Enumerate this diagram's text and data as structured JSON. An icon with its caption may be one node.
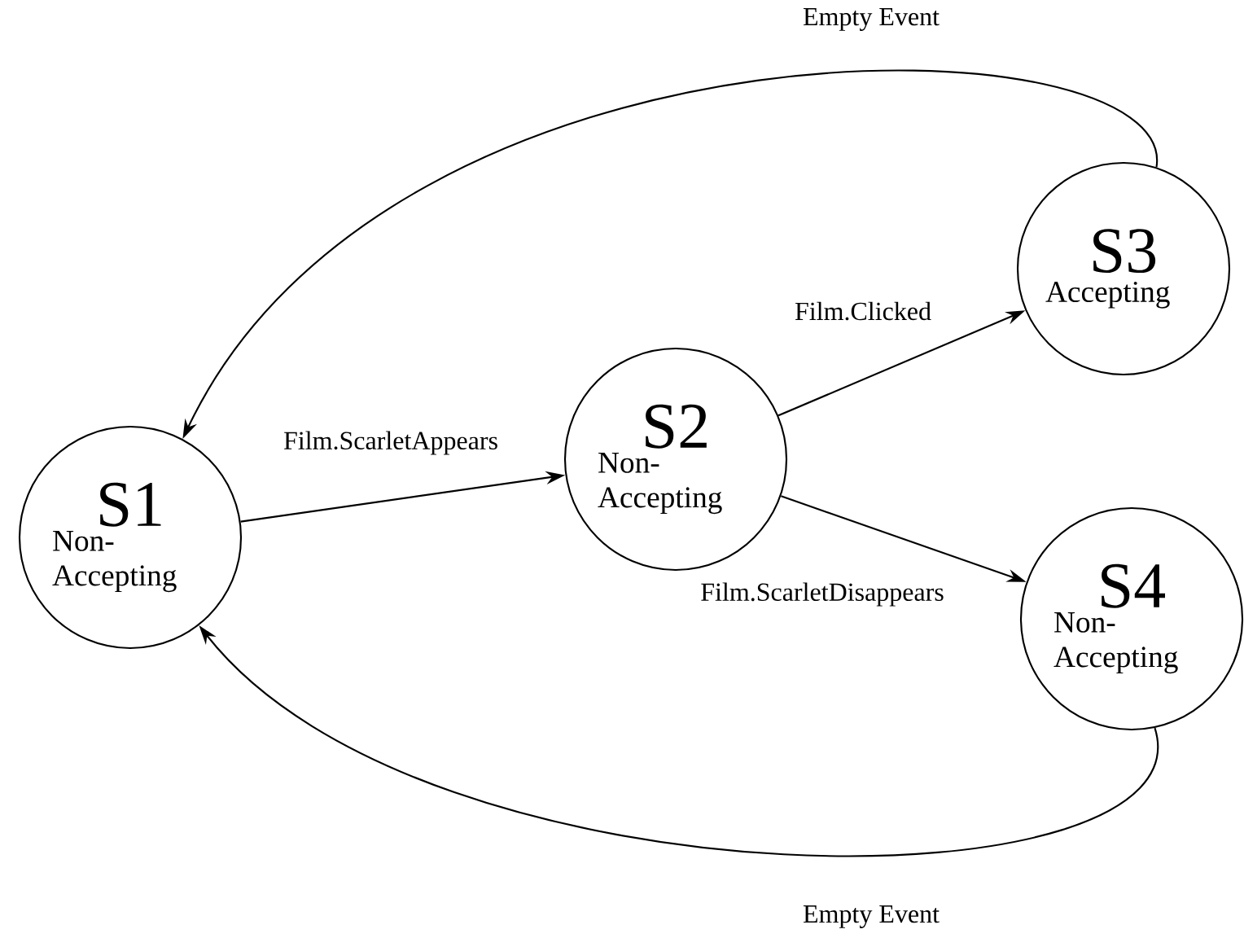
{
  "diagram": {
    "nodes": [
      {
        "text": [
          "S1",
          "Non- Accepting"
        ]
      },
      {
        "text": [
          "S2",
          "Non- Accepting"
        ]
      },
      {
        "text": [
          "S3",
          "Accepting"
        ]
      },
      {
        "text": [
          "S4",
          "Non- Accepting"
        ]
      }
    ],
    "edges": [
      {
        "from": 0,
        "to": 1,
        "arrow": "to",
        "label": "Film.ScarletAppears"
      },
      {
        "from": 1,
        "to": 2,
        "arrow": "to",
        "label": "Film.Clicked"
      },
      {
        "from": 1,
        "to": 3,
        "arrow": "to",
        "label": "Film.ScarletDisappears"
      },
      {
        "from": 2,
        "to": 0,
        "arrow": "to",
        "label": "Empty Event"
      },
      {
        "from": 3,
        "to": 0,
        "arrow": "to",
        "label": "Empty Event"
      }
    ]
  }
}
